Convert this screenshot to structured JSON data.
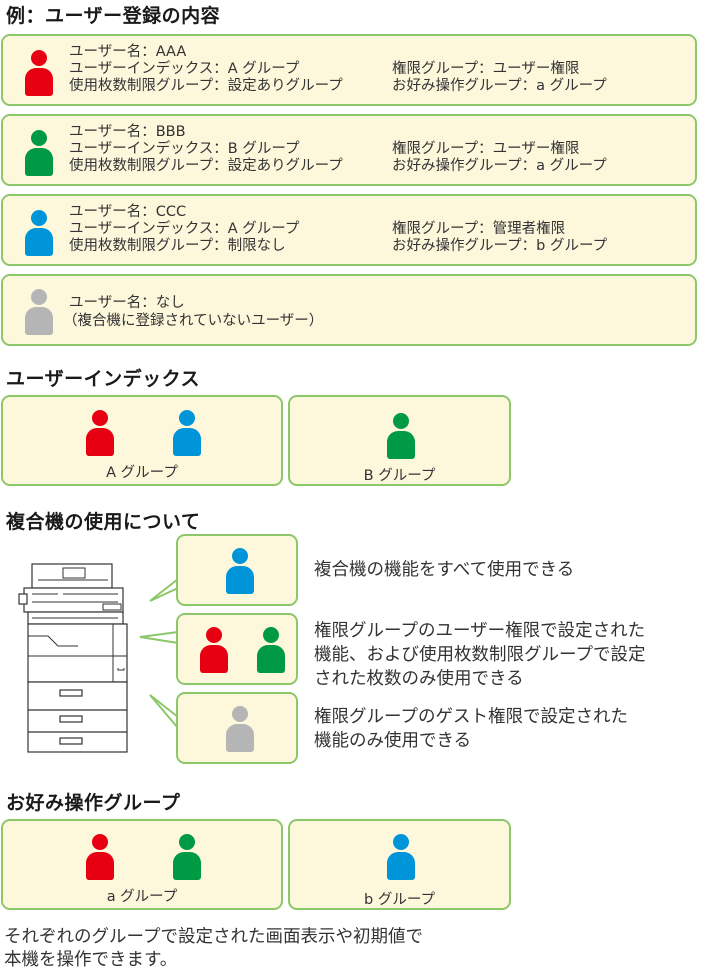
{
  "example": {
    "title": "例：ユーザー登録の内容",
    "users": [
      {
        "color": "#e60012",
        "name": "ユーザー名：AAA",
        "index": "ユーザーインデックス：A グループ",
        "limit": "使用枚数制限グループ：設定ありグループ",
        "authority": "権限グループ：ユーザー権限",
        "favorite": "お好み操作グループ：a グループ"
      },
      {
        "color": "#009944",
        "name": "ユーザー名：BBB",
        "index": "ユーザーインデックス：B グループ",
        "limit": "使用枚数制限グループ：設定ありグループ",
        "authority": "権限グループ：ユーザー権限",
        "favorite": "お好み操作グループ：a グループ"
      },
      {
        "color": "#0095d9",
        "name": "ユーザー名：CCC",
        "index": "ユーザーインデックス：A グループ",
        "limit": "使用枚数制限グループ：制限なし",
        "authority": "権限グループ：管理者権限",
        "favorite": "お好み操作グループ：b グループ"
      },
      {
        "color": "#b5b5b5",
        "name": "ユーザー名：なし",
        "note": "（複合機に登録されていないユーザー）"
      }
    ]
  },
  "user_index": {
    "title": "ユーザーインデックス",
    "group_a": "A グループ",
    "group_b": "B グループ"
  },
  "usage": {
    "title": "複合機の使用について",
    "desc_admin": "複合機の機能をすべて使用できる",
    "desc_user_1": "権限グループのユーザー権限で設定された",
    "desc_user_2": "機能、および使用枚数制限グループで設定",
    "desc_user_3": "された枚数のみ使用できる",
    "desc_guest_1": "権限グループのゲスト権限で設定された",
    "desc_guest_2": "機能のみ使用できる"
  },
  "favorite": {
    "title": "お好み操作グループ",
    "group_a": "a グループ",
    "group_b": "b グループ"
  },
  "footer": {
    "line1": "それぞれのグループで設定された画面表示や初期値で",
    "line2": "本機を操作できます。"
  }
}
